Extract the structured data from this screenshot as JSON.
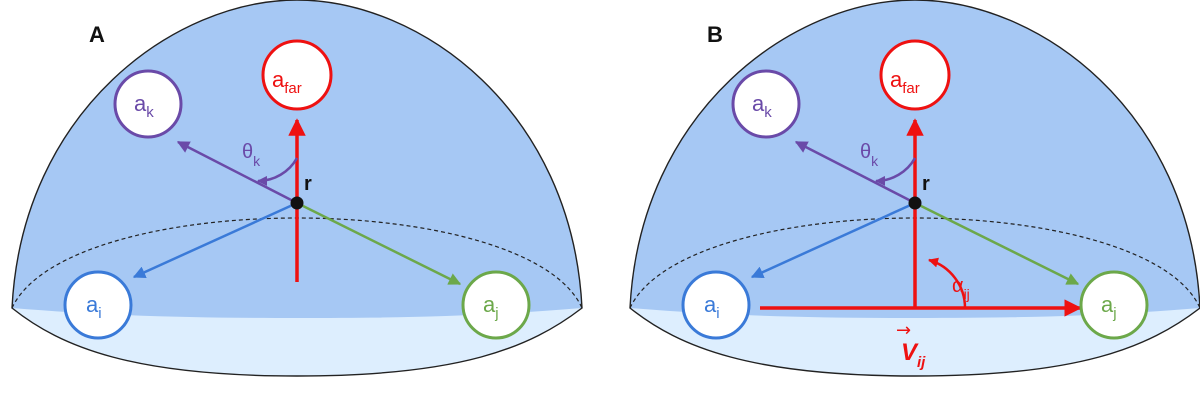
{
  "colors": {
    "dome_fill": "#a6c8f4",
    "dome_stroke": "#222222",
    "floor_fill": "#ddeefe",
    "red": "#ee1111",
    "purple": "#6a4aa8",
    "blue": "#3a7ad8",
    "green": "#6ca84a",
    "black": "#111111"
  },
  "panels": [
    {
      "letter": "A",
      "nodes": {
        "far": {
          "main": "a",
          "sub": "far"
        },
        "k": {
          "main": "a",
          "sub": "k"
        },
        "i": {
          "main": "a",
          "sub": "i"
        },
        "j": {
          "main": "a",
          "sub": "j"
        }
      },
      "theta": {
        "main": "θ",
        "sub": "k"
      },
      "center_label": "r"
    },
    {
      "letter": "B",
      "nodes": {
        "far": {
          "main": "a",
          "sub": "far"
        },
        "k": {
          "main": "a",
          "sub": "k"
        },
        "i": {
          "main": "a",
          "sub": "i"
        },
        "j": {
          "main": "a",
          "sub": "j"
        }
      },
      "theta": {
        "main": "θ",
        "sub": "k"
      },
      "center_label": "r",
      "alpha": {
        "main": "α",
        "sub": "ij"
      },
      "vector": {
        "main": "V",
        "sub": "ij",
        "accent": "→"
      }
    }
  ]
}
